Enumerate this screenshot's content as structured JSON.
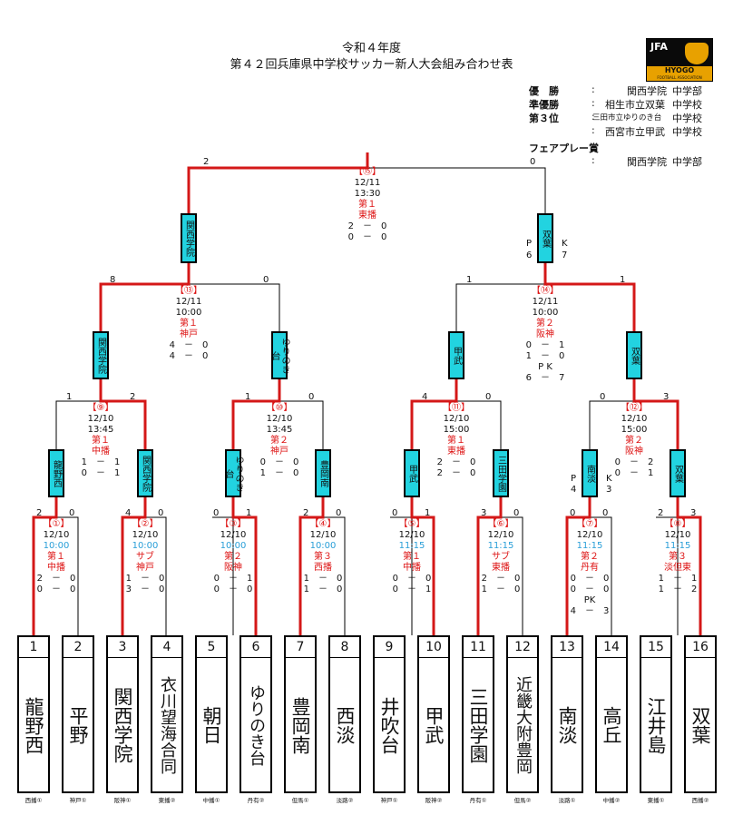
{
  "header": {
    "line1": "令和４年度",
    "line2": "第４２回兵庫県中学校サッカー新人大会組み合わせ表"
  },
  "logo": {
    "jfa": "JFA",
    "hyogo": "HYOGO",
    "assoc": "FOOTBALL ASSOCIATION"
  },
  "results": {
    "champion_label": "優　勝",
    "champion_school": "関西学院",
    "champion_type": "中学部",
    "runner_label": "準優勝",
    "runner_school": "相生市立双葉",
    "runner_type": "中学校",
    "third_label": "第３位",
    "third1_school": "三田市立ゆりのき台",
    "third1_type": "中学校",
    "third2_school": "西宮市立甲武",
    "third2_type": "中学校",
    "fair_label": "フェアプレー賞",
    "fair_school": "関西学院",
    "fair_type": "中学部",
    "colon": ":"
  },
  "teams": [
    {
      "num": "1",
      "name": "龍野西",
      "region": "西播①"
    },
    {
      "num": "2",
      "name": "平野",
      "region": "神戸①"
    },
    {
      "num": "3",
      "name": "関西学院",
      "region": "阪神①"
    },
    {
      "num": "4",
      "name": "衣川望海合同",
      "region": "東播②"
    },
    {
      "num": "5",
      "name": "朝日",
      "region": "中播①"
    },
    {
      "num": "6",
      "name": "ゆりのき台",
      "region": "丹有②"
    },
    {
      "num": "7",
      "name": "豊岡南",
      "region": "但馬①"
    },
    {
      "num": "8",
      "name": "西淡",
      "region": "淡路②"
    },
    {
      "num": "9",
      "name": "井吹台",
      "region": "神戸①"
    },
    {
      "num": "10",
      "name": "甲武",
      "region": "阪神②"
    },
    {
      "num": "11",
      "name": "三田学園",
      "region": "丹有①"
    },
    {
      "num": "12",
      "name": "近畿大附豊岡",
      "region": "但馬②"
    },
    {
      "num": "13",
      "name": "南淡",
      "region": "淡路①"
    },
    {
      "num": "14",
      "name": "高丘",
      "region": "中播②"
    },
    {
      "num": "15",
      "name": "江井島",
      "region": "東播①"
    },
    {
      "num": "16",
      "name": "双葉",
      "region": "西播②"
    }
  ],
  "r1": [
    {
      "no": "【①】",
      "date": "12/10",
      "time": "10:00",
      "v1": "第１",
      "v2": "中播",
      "s1": "2　－　0",
      "s2": "0　－　0",
      "left": "2",
      "right": "0",
      "winner": "龍野西"
    },
    {
      "no": "【②】",
      "date": "12/10",
      "time": "10:00",
      "v1": "サブ",
      "v2": "神戸",
      "s1": "1　－　0",
      "s2": "3　－　0",
      "left": "4",
      "right": "0",
      "winner": "関西学院"
    },
    {
      "no": "【③】",
      "date": "12/10",
      "time": "10:00",
      "v1": "第２",
      "v2": "阪神",
      "s1": "0　－　1",
      "s2": "0　－　0",
      "left": "0",
      "right": "1",
      "winner": "ゆりのき台"
    },
    {
      "no": "【④】",
      "date": "12/10",
      "time": "10:00",
      "v1": "第３",
      "v2": "西播",
      "s1": "1　－　0",
      "s2": "1　－　0",
      "left": "2",
      "right": "0",
      "winner": "豊岡南"
    },
    {
      "no": "【⑤】",
      "date": "12/10",
      "time": "11:15",
      "v1": "第１",
      "v2": "中播",
      "s1": "0　－　0",
      "s2": "0　－　1",
      "left": "0",
      "right": "1",
      "winner": "甲武"
    },
    {
      "no": "【⑥】",
      "date": "12/10",
      "time": "11:15",
      "v1": "サブ",
      "v2": "東播",
      "s1": "2　－　0",
      "s2": "1　－　0",
      "left": "3",
      "right": "0",
      "winner": "三田学園"
    },
    {
      "no": "【⑦】",
      "date": "12/10",
      "time": "11:15",
      "v1": "第２",
      "v2": "丹有",
      "s1": "0　－　0",
      "s2": "0　－　0",
      "pk": "PK",
      "pks": "4　－　3",
      "left": "0",
      "right": "0",
      "winner": "南淡"
    },
    {
      "no": "【⑧】",
      "date": "12/10",
      "time": "11:15",
      "v1": "第３",
      "v2": "淡但東",
      "s1": "1　－　1",
      "s2": "1　－　2",
      "left": "2",
      "right": "3",
      "winner": "双葉"
    }
  ],
  "r2": [
    {
      "no": "【⑨】",
      "date": "12/10",
      "time": "13:45",
      "v1": "第１",
      "v2": "中播",
      "s1": "1　－　1",
      "s2": "0　－　1",
      "left": "1",
      "right": "2",
      "winner": "関西学院"
    },
    {
      "no": "【⑩】",
      "date": "12/10",
      "time": "13:45",
      "v1": "第２",
      "v2": "神戸",
      "s1": "0　－　0",
      "s2": "1　－　0",
      "left": "1",
      "right": "0",
      "winner": "ゆりのき台"
    },
    {
      "no": "【⑪】",
      "date": "12/10",
      "time": "15:00",
      "v1": "第１",
      "v2": "東播",
      "s1": "2　－　0",
      "s2": "2　－　0",
      "left": "4",
      "right": "0",
      "winner": "甲武"
    },
    {
      "no": "【⑫】",
      "date": "12/10",
      "time": "15:00",
      "v1": "第２",
      "v2": "阪神",
      "s1": "0　－　2",
      "s2": "0　－　1",
      "left": "0",
      "right": "3",
      "winner": "双葉"
    }
  ],
  "r3": [
    {
      "no": "【⑬】",
      "date": "12/11",
      "time": "10:00",
      "v1": "第１",
      "v2": "神戸",
      "s1": "4　－　0",
      "s2": "4　－　0",
      "left": "8",
      "right": "0",
      "winner": "関西学院"
    },
    {
      "no": "【⑭】",
      "date": "12/11",
      "time": "10:00",
      "v1": "第２",
      "v2": "阪神",
      "s1": "0　－　1",
      "s2": "1　－　0",
      "pk": "P K",
      "pks": "6　－　7",
      "left": "1",
      "right": "1",
      "winner": "双葉"
    }
  ],
  "final": {
    "no": "【⑮】",
    "date": "12/11",
    "time": "13:30",
    "v1": "第１",
    "v2": "東播",
    "s1": "2　－　0",
    "s2": "0　－　0",
    "left": "2",
    "right": "0"
  },
  "pk_labels": {
    "r2_right_p": "P",
    "r2_right_pv": "4",
    "r2_right_k": "K",
    "r2_right_kv": "3",
    "r3_right_p": "P",
    "r3_right_pv": "6",
    "r3_right_k": "K",
    "r3_right_kv": "7"
  },
  "colors": {
    "winner_line": "#d41818",
    "box": "#22d3e0",
    "blue_time": "#2a9fd8"
  }
}
